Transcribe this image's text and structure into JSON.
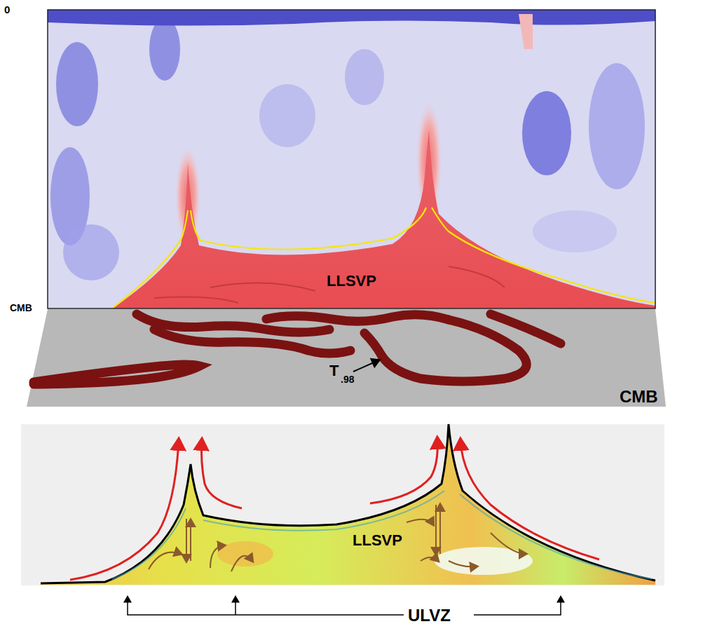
{
  "diagram": {
    "labels": [
      "0",
      "CMB",
      "LLSVP",
      "T",
      ".98",
      "CMB",
      "LLSVP",
      "ULVZ"
    ]
  }
}
